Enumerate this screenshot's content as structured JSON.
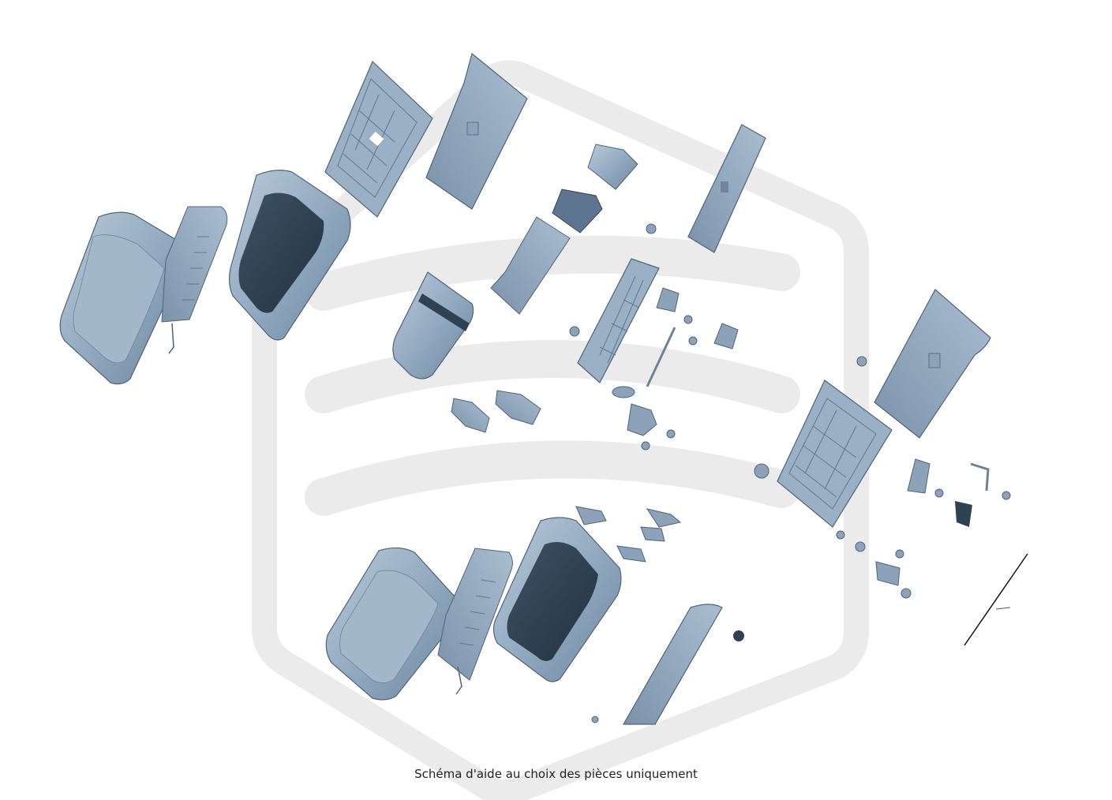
{
  "caption": "Schéma d'aide au choix des pièces uniquement",
  "colors": {
    "part_fill": "#8fa7bd",
    "part_light": "#b7c8d8",
    "part_dark": "#5f7891",
    "part_stroke": "#4d6479",
    "cavity": "#2f4253",
    "watermark": "#e9e9e9",
    "background": "#ffffff"
  },
  "watermark_icon": "brand-logo-watermark",
  "parts": [
    {
      "name": "left-backrest-cushion"
    },
    {
      "name": "left-backrest-board"
    },
    {
      "name": "left-backrest-shell"
    },
    {
      "name": "left-backrest-frame"
    },
    {
      "name": "left-backrest-rear-cover"
    },
    {
      "name": "headrest-cap"
    },
    {
      "name": "headrest-guide"
    },
    {
      "name": "armrest-bracket"
    },
    {
      "name": "armrest"
    },
    {
      "name": "center-frame"
    },
    {
      "name": "right-side-trim-panel"
    },
    {
      "name": "right-backrest-frame"
    },
    {
      "name": "right-backrest-rear-cover"
    },
    {
      "name": "bottom-backrest-cushion"
    },
    {
      "name": "bottom-backrest-board"
    },
    {
      "name": "bottom-backrest-shell"
    },
    {
      "name": "side-trim-strip"
    },
    {
      "name": "push-button-left"
    },
    {
      "name": "push-button-right"
    },
    {
      "name": "lock-mechanism"
    },
    {
      "name": "hinge-bracket"
    },
    {
      "name": "release-cable"
    }
  ]
}
